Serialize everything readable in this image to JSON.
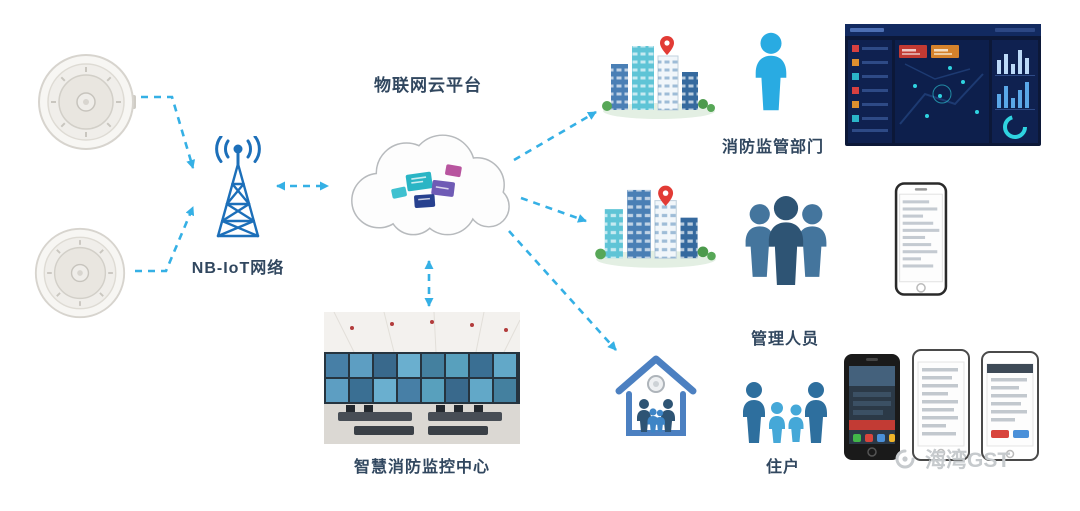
{
  "labels": {
    "cloud_platform": "物联网云平台",
    "network": "NB-IoT网络",
    "monitoring_center": "智慧消防监控中心",
    "fire_department": "消防监管部门",
    "management_staff": "管理人员",
    "residents": "住户"
  },
  "watermark": {
    "text": "海湾GST"
  },
  "colors": {
    "arrow": "#35b0e5",
    "label_text": "#31475f",
    "tower_blue": "#1c6fb9",
    "person_blue": "#29abe2",
    "steel_blue": "#2e5474",
    "house_blue": "#4c80c1",
    "alert_red": "#e23b35"
  },
  "icons": {
    "smoke_detector_top": "smoke-detector",
    "smoke_detector_bottom": "smoke-detector",
    "nbiot_tower": "radio-tower",
    "iot_cloud": "cloud-with-devices",
    "monitoring_room": "control-room-photo",
    "city_buildings_top": "buildings-with-pin",
    "supervisor_person": "person-silhouette",
    "regulator_dashboard": "dashboard-screenshot",
    "city_buildings_middle": "buildings-with-pin",
    "managers_group": "people-group-silhouette",
    "manager_phone": "smartphone-screenshot",
    "resident_house": "house-with-family",
    "resident_family": "family-silhouette",
    "resident_phones": "three-smartphones",
    "brand_logo": "gst-swirl-logo"
  }
}
